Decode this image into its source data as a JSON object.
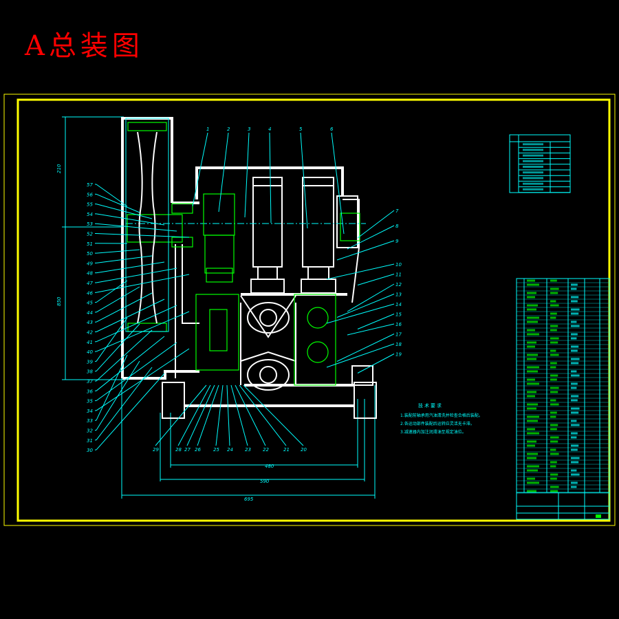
{
  "title": "A总装图",
  "drawing": {
    "left_callouts": [
      "57",
      "56",
      "55",
      "54",
      "53",
      "52",
      "51",
      "50",
      "49",
      "48",
      "47",
      "46",
      "45",
      "44",
      "43",
      "42",
      "41",
      "40",
      "39",
      "38",
      "37",
      "36",
      "35",
      "34",
      "33",
      "32",
      "31",
      "30"
    ],
    "top_callouts": [
      "1",
      "2",
      "3",
      "4",
      "5",
      "6"
    ],
    "right_callouts": [
      "7",
      "8",
      "9",
      "10",
      "11",
      "12",
      "13",
      "14",
      "15",
      "16",
      "17",
      "18",
      "19"
    ],
    "bottom_callouts": [
      "29",
      "28",
      "27",
      "26",
      "25",
      "24",
      "23",
      "22",
      "21",
      "20"
    ],
    "dimensions": {
      "overall_width": "695",
      "base_width": "590",
      "inner_width": "480",
      "height_left": "850",
      "top_height": "210"
    },
    "notes_title": "技术要求",
    "notes": [
      "1.装配前轴承用汽油清洗并检查合格后装配。",
      "2.各运动部件装配后运转应灵活无卡滞。",
      "3.减速器内加注润滑油至规定油位。"
    ]
  },
  "colors": {
    "frame": "#ffff00",
    "lines": "#00ffff",
    "section": "#00ff00",
    "outline": "#ffffff",
    "title": "#ff0000"
  }
}
